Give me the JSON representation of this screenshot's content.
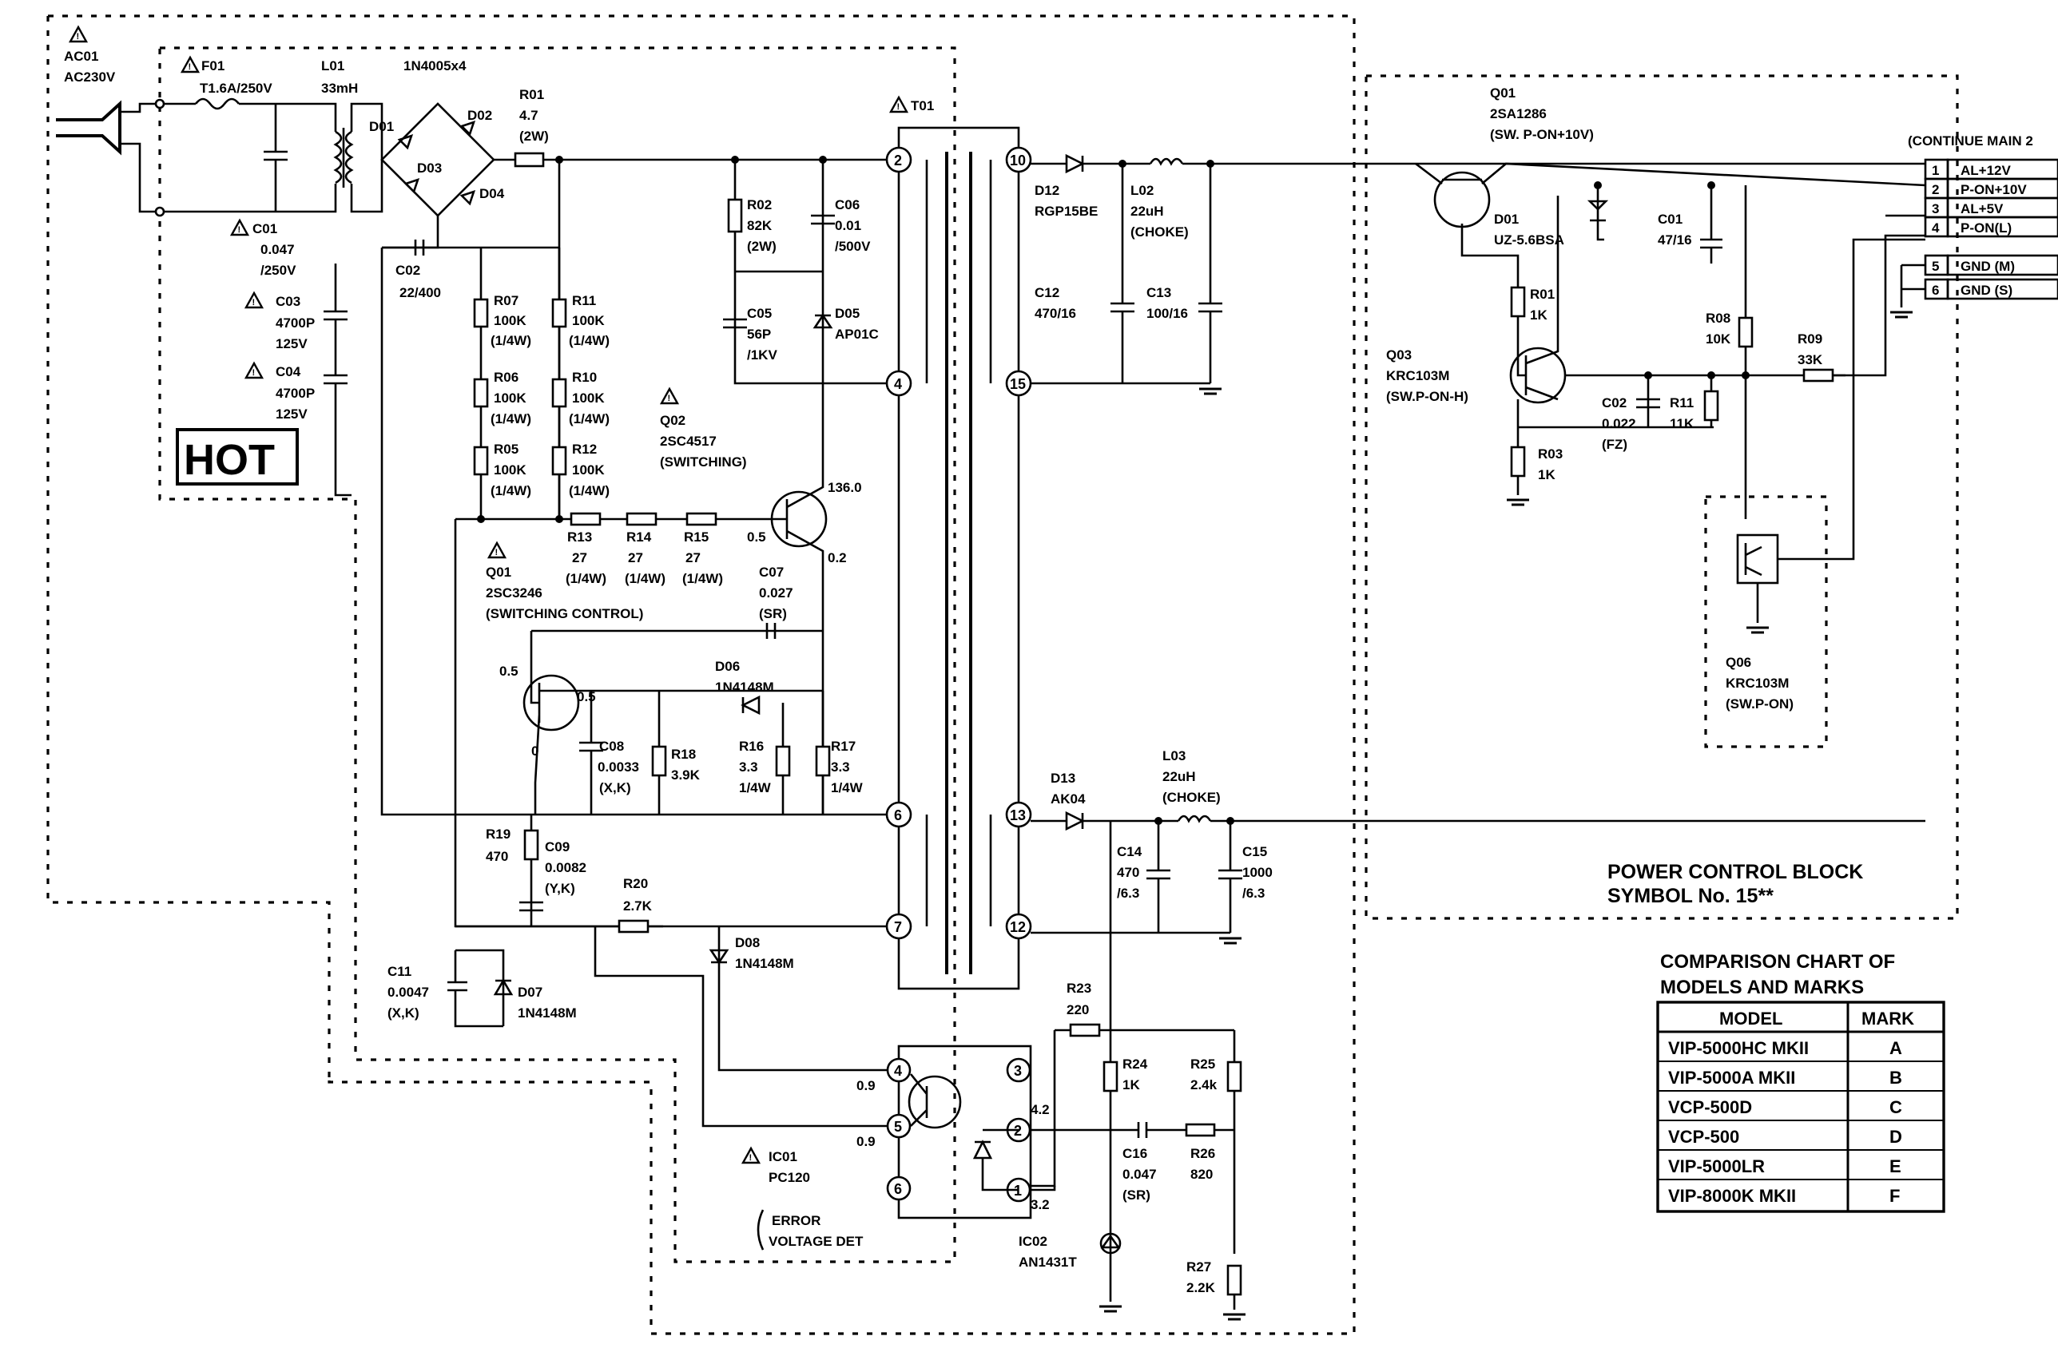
{
  "hot_label": "HOT",
  "plug": {
    "ref": "AC01",
    "value": "AC230V"
  },
  "fuse": {
    "ref": "F01",
    "value": "T1.6A/250V"
  },
  "line_filter": {
    "ref": "L01",
    "value": "33mH"
  },
  "bridge": {
    "part": "1N4005x4",
    "diodes": [
      "D01",
      "D02",
      "D03",
      "D04"
    ]
  },
  "primary": {
    "R01": [
      "R01",
      "4.7",
      "(2W)"
    ],
    "C01": [
      "C01",
      "0.047",
      "/250V"
    ],
    "C02": [
      "C02",
      "22/400"
    ],
    "C03": [
      "C03",
      "4700P",
      "125V"
    ],
    "C04": [
      "C04",
      "4700P",
      "125V"
    ],
    "R07": [
      "R07",
      "100K",
      "(1/4W)"
    ],
    "R06": [
      "R06",
      "100K",
      "(1/4W)"
    ],
    "R05": [
      "R05",
      "100K",
      "(1/4W)"
    ],
    "R11": [
      "R11",
      "100K",
      "(1/4W)"
    ],
    "R10": [
      "R10",
      "100K",
      "(1/4W)"
    ],
    "R12": [
      "R12",
      "100K",
      "(1/4W)"
    ],
    "R02": [
      "R02",
      "82K",
      "(2W)"
    ],
    "C06": [
      "C06",
      "0.01",
      "/500V"
    ],
    "C05": [
      "C05",
      "56P",
      "/1KV"
    ],
    "D05": [
      "D05",
      "AP01C"
    ],
    "Q02": [
      "Q02",
      "2SC4517",
      "(SWITCHING)"
    ],
    "R13": [
      "R13",
      "27",
      "(1/4W)"
    ],
    "R14": [
      "R14",
      "27",
      "(1/4W)"
    ],
    "R15": [
      "R15",
      "27",
      "(1/4W)"
    ],
    "Q01": [
      "Q01",
      "2SC3246",
      "(SWITCHING CONTROL)"
    ],
    "C07": [
      "C07",
      "0.027",
      "(SR)"
    ],
    "D06": [
      "D06",
      "1N4148M"
    ],
    "C08": [
      "C08",
      "0.0033",
      "(X,K)"
    ],
    "R18": [
      "R18",
      "3.9K"
    ],
    "R16": [
      "R16",
      "3.3",
      "1/4W"
    ],
    "R17": [
      "R17",
      "3.3",
      "1/4W"
    ],
    "R19": [
      "R19",
      "470"
    ],
    "C09": [
      "C09",
      "0.0082",
      "(Y,K)"
    ],
    "R20": [
      "R20",
      "2.7K"
    ],
    "C11": [
      "C11",
      "0.0047",
      "(X,K)"
    ],
    "D07": [
      "D07",
      "1N4148M"
    ],
    "D08": [
      "D08",
      "1N4148M"
    ]
  },
  "voltages": {
    "q02_c": "136.0",
    "q02_b": "0.5",
    "q02_e": "0.2",
    "q01_b": "0.5",
    "q01_c": "0.5",
    "q01_e": "0",
    "ic01_4": "0.9",
    "ic01_5": "0.9",
    "ic01_2": "4.2",
    "ic01_1": "3.2"
  },
  "transformer": {
    "ref": "T01",
    "pins": [
      "2",
      "4",
      "6",
      "7",
      "10",
      "15",
      "13",
      "12"
    ]
  },
  "secondary": {
    "D12": [
      "D12",
      "RGP15BE"
    ],
    "L02": [
      "L02",
      "22uH",
      "(CHOKE)"
    ],
    "C12": [
      "C12",
      "470/16"
    ],
    "C13": [
      "C13",
      "100/16"
    ],
    "D13": [
      "D13",
      "AK04"
    ],
    "L03": [
      "L03",
      "22uH",
      "(CHOKE)"
    ],
    "C14": [
      "C14",
      "470",
      "/6.3"
    ],
    "C15": [
      "C15",
      "1000",
      "/6.3"
    ],
    "R23": [
      "R23",
      "220"
    ],
    "R24": [
      "R24",
      "1K"
    ],
    "R25": [
      "R25",
      "2.4k"
    ],
    "C16": [
      "C16",
      "0.047",
      "(SR)"
    ],
    "R26": [
      "R26",
      "820"
    ],
    "R27": [
      "R27",
      "2.2K"
    ],
    "IC02": [
      "IC02",
      "AN1431T"
    ]
  },
  "ic01": {
    "ref": "IC01",
    "part": "PC120",
    "note1": "ERROR",
    "note2": "VOLTAGE DET",
    "pins": [
      "4",
      "5",
      "6",
      "3",
      "2",
      "1"
    ]
  },
  "power_control": {
    "title1": "POWER CONTROL BLOCK",
    "title2": "SYMBOL No. 15**",
    "Q01": [
      "Q01",
      "2SA1286",
      "(SW. P-ON+10V)"
    ],
    "D01": [
      "D01",
      "UZ-5.6BSA"
    ],
    "C01": [
      "C01",
      "47/16"
    ],
    "R01": [
      "R01",
      "1K"
    ],
    "R03": [
      "R03",
      "1K"
    ],
    "Q03": [
      "Q03",
      "KRC103M",
      "(SW.P-ON-H)"
    ],
    "C02": [
      "C02",
      "0.022",
      "(FZ)"
    ],
    "R11": [
      "R11",
      "11K"
    ],
    "R08": [
      "R08",
      "10K"
    ],
    "R09": [
      "R09",
      "33K"
    ],
    "Q06": [
      "Q06",
      "KRC103M",
      "(SW.P-ON)"
    ]
  },
  "connector": {
    "header": "(CONTINUE MAIN 2",
    "pins": [
      {
        "num": "1",
        "name": "AL+12V"
      },
      {
        "num": "2",
        "name": "P-ON+10V"
      },
      {
        "num": "3",
        "name": "AL+5V"
      },
      {
        "num": "4",
        "name": "P-ON(L)"
      },
      {
        "num": "5",
        "name": "GND (M)"
      },
      {
        "num": "6",
        "name": "GND (S)"
      }
    ]
  },
  "comparison": {
    "title1": "COMPARISON CHART OF",
    "title2": "MODELS AND MARKS",
    "col_model": "MODEL",
    "col_mark": "MARK",
    "rows": [
      {
        "model": "VIP-5000HC MKII",
        "mark": "A"
      },
      {
        "model": "VIP-5000A  MKII",
        "mark": "B"
      },
      {
        "model": "VCP-500D",
        "mark": "C"
      },
      {
        "model": "VCP-500",
        "mark": "D"
      },
      {
        "model": "VIP-5000LR",
        "mark": "E"
      },
      {
        "model": "VIP-8000K MKII",
        "mark": "F"
      }
    ]
  }
}
